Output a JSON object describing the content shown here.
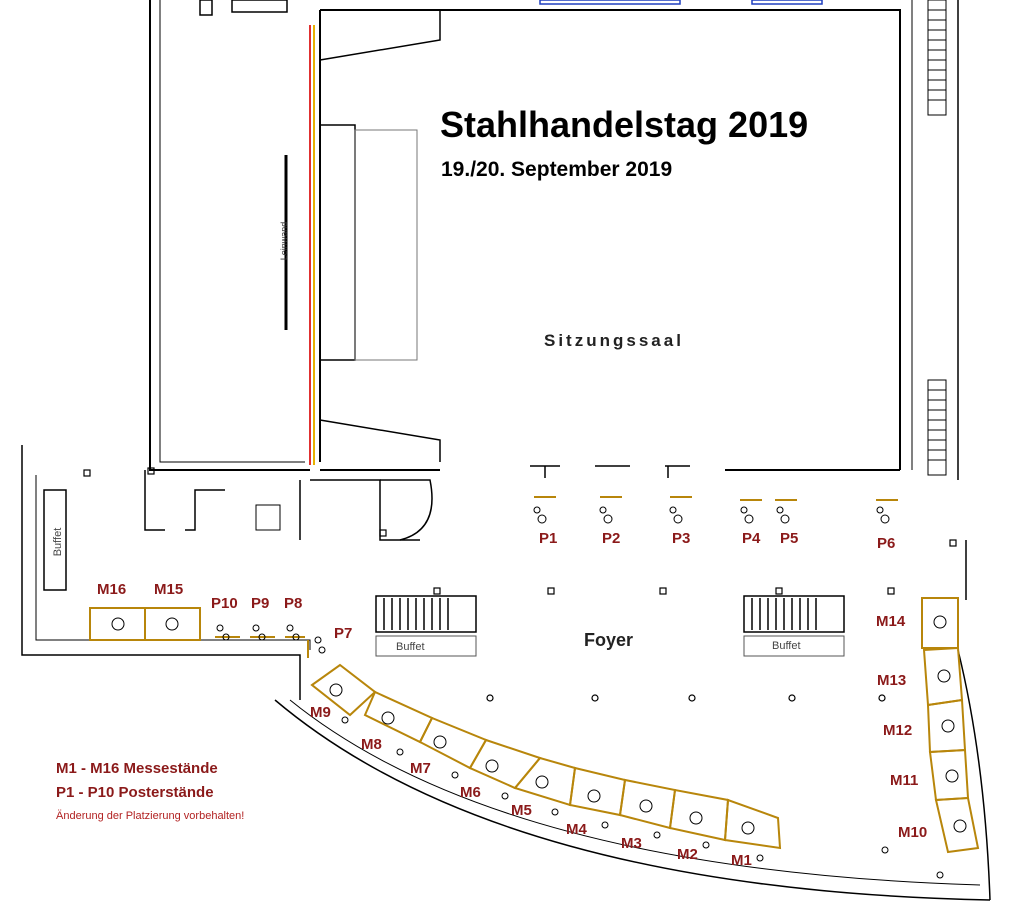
{
  "header": {
    "title": "Stahlhandelstag 2019",
    "date": "19./20. September 2019"
  },
  "rooms": {
    "hall": "Sitzungssaal",
    "foyer": "Foyer",
    "screen": "Leinwand",
    "buffet": "Buffet"
  },
  "legend": {
    "exhibit": "M1 - M16 Messestände",
    "poster": "P1 - P10 Posterstände",
    "note": "Änderung der Platzierung vorbehalten!"
  },
  "booths": [
    "M1",
    "M2",
    "M3",
    "M4",
    "M5",
    "M6",
    "M7",
    "M8",
    "M9",
    "M10",
    "M11",
    "M12",
    "M13",
    "M14",
    "M15",
    "M16"
  ],
  "posters": [
    "P1",
    "P2",
    "P3",
    "P4",
    "P5",
    "P6",
    "P7",
    "P8",
    "P9",
    "P10"
  ],
  "colors": {
    "label": "#8b1a1a",
    "booth_outline": "#b8860b",
    "wall": "#000000",
    "stage_stripe_red": "#e03030",
    "stage_stripe_yellow": "#e8b000",
    "door": "#1f3fbf"
  }
}
